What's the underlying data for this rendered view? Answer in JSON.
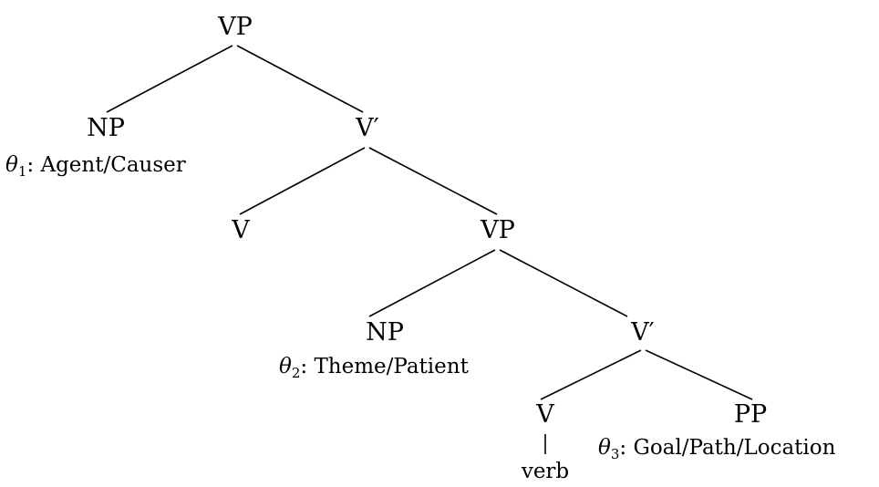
{
  "nodes": {
    "vp_top": "VP",
    "np_1": "NP",
    "vbar_1": "V′",
    "v_1": "V",
    "vp_2": "VP",
    "np_2": "NP",
    "vbar_2": "V′",
    "v_2": "V",
    "pp": "PP"
  },
  "roles": {
    "role_1": {
      "theta": "θ",
      "index": "1",
      "label": ": Agent/Causer"
    },
    "role_2": {
      "theta": "θ",
      "index": "2",
      "label": ": Theme/Patient"
    },
    "role_3": {
      "theta": "θ",
      "index": "3",
      "label": ": Goal/Path/Location"
    }
  },
  "leaf": "verb"
}
